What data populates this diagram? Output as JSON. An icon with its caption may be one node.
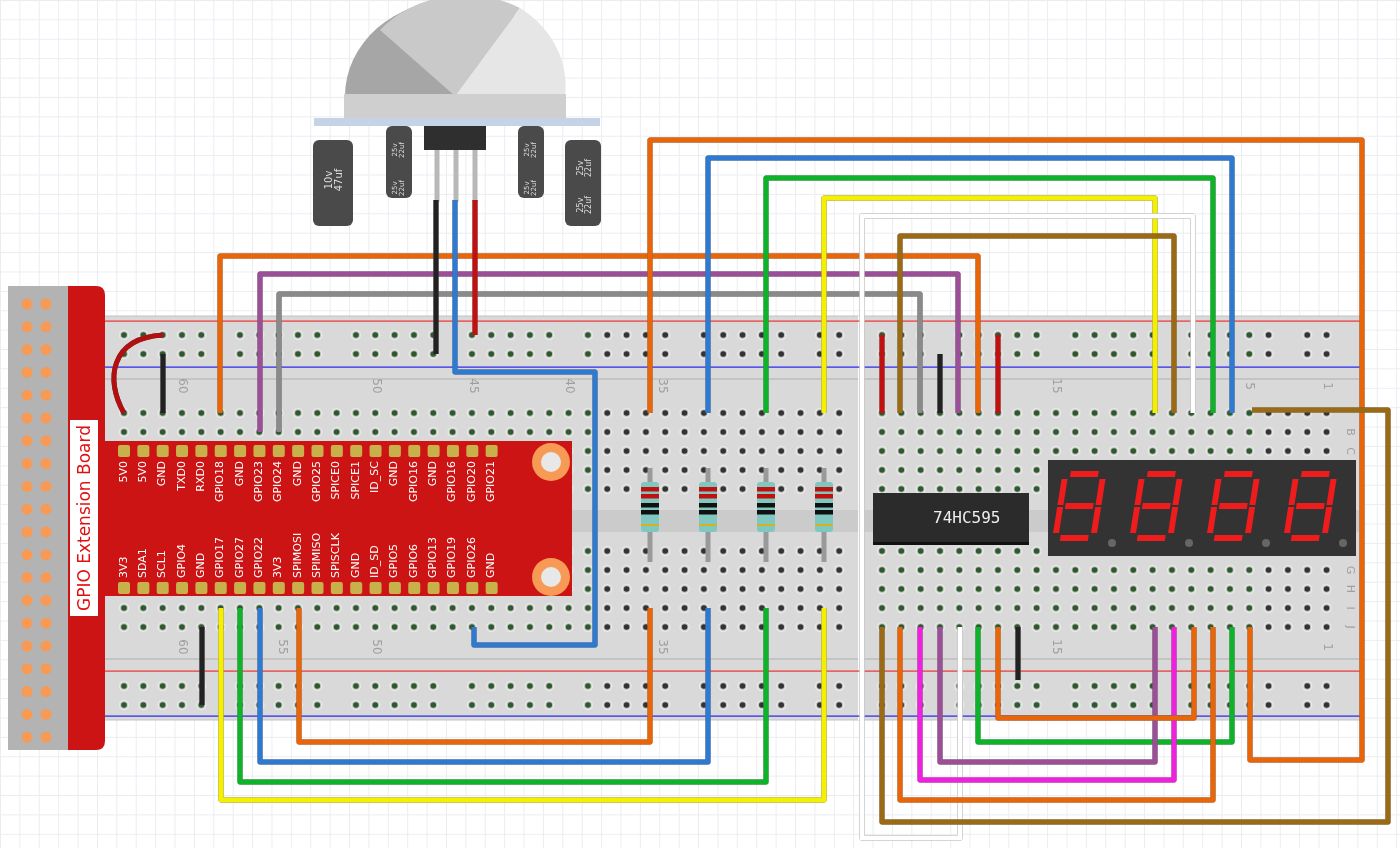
{
  "diagram": {
    "nodes": [
      {
        "text": [
          "GPIO Extension Board"
        ]
      },
      {
        "text": [
          "74HC595"
        ]
      }
    ],
    "labels": [
      "10v 47uf",
      "25v 22uf",
      "25v 22uf",
      "25v 22uf",
      "25v 22uf",
      "25v 22uf",
      "25v 22uf",
      "60",
      "50",
      "45",
      "40",
      "35",
      "15",
      "5",
      "1",
      "B",
      "C",
      "5V0",
      "5V0",
      "GND",
      "TXD0",
      "RXD0",
      "GPIO18",
      "GND",
      "GPIO23",
      "GPIO24",
      "GND",
      "GPIO25",
      "SPICE0",
      "SPICE1",
      "ID_SC",
      "GND",
      "GPIO16",
      "GND",
      "GPIO16",
      "GPIO20",
      "GPIO21",
      "3V3",
      "SDA1",
      "SCL1",
      "GPIO4",
      "GND",
      "GPIO17",
      "GPIO27",
      "GPIO22",
      "3V3",
      "SPIMOSI",
      "SPIMISO",
      "SPISCLK",
      "GND",
      "ID_SD",
      "GPIO5",
      "GPIO6",
      "GPIO13",
      "GPIO19",
      "GPIO26",
      "GND",
      "G",
      "H",
      "I",
      "J",
      "60",
      "55",
      "50",
      "35",
      "15",
      "1"
    ]
  }
}
